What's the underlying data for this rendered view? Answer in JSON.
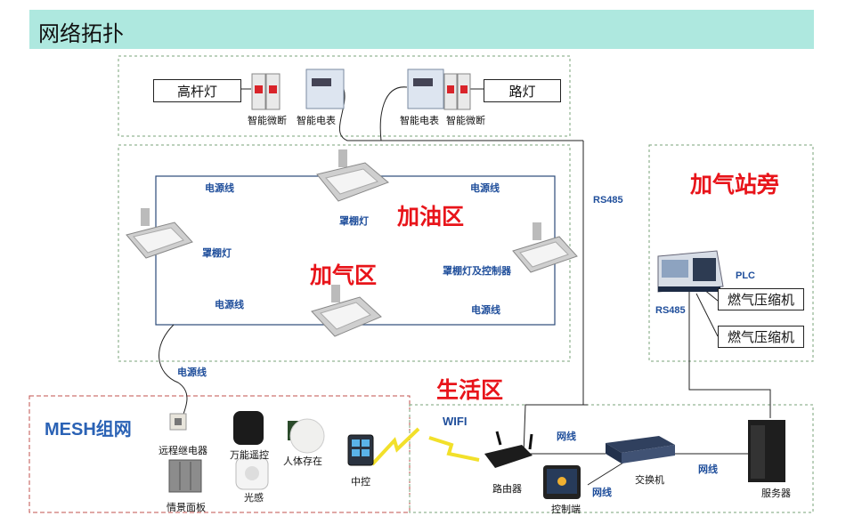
{
  "title": "网络拓扑",
  "zones": {
    "refuel": "加油区",
    "gas": "加气区",
    "station": "加气站旁",
    "living": "生活区",
    "mesh": "MESH组网"
  },
  "street": {
    "high_pole_light": "高杆灯",
    "road_light": "路灯",
    "breaker": "智能微断",
    "meter": "智能电表"
  },
  "lighting": {
    "power_line": "电源线",
    "canopy_light": "罩棚灯",
    "canopy_light_controller": "罩棚灯及控制器"
  },
  "links": {
    "rs485": "RS485",
    "wifi": "WIFI",
    "network_cable": "网线",
    "power_line": "电源线"
  },
  "station": {
    "plc": "PLC",
    "compressor": "燃气压缩机"
  },
  "mesh": {
    "relay": "远程继电器",
    "universal_remote": "万能遥控",
    "presence": "人体存在",
    "light_sensor": "光感",
    "scene_panel": "情景面板",
    "central_control": "中控"
  },
  "network": {
    "router": "路由器",
    "switch": "交换机",
    "server": "服务器",
    "console": "控制端"
  },
  "colors": {
    "title_bg": "#aee8df",
    "zone_red": "#e8141a",
    "label_blue": "#1f4e9b",
    "dash_green": "#7aa37a",
    "dash_red": "#c0504d"
  }
}
